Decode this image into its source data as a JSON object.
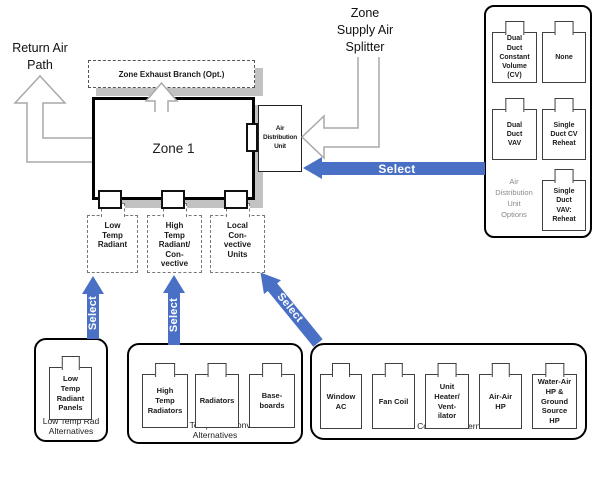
{
  "labels": {
    "return_air": "Return Air\nPath",
    "supply_splitter": "Zone\nSupply Air\nSplitter",
    "zone": "Zone 1",
    "exhaust": "Zone Exhaust Branch (Opt.)",
    "adu": "Air\nDistribution\nUnit",
    "select": "Select"
  },
  "connectors": [
    {
      "label": "Low\nTemp\nRadiant"
    },
    {
      "label": "High\nTemp\nRadiant/\nCon-\nvective"
    },
    {
      "label": "Local\nCon-\nvective\nUnits"
    }
  ],
  "adu_options": {
    "group_label": "Air\nDistribution\nUnit\nOptions",
    "items": [
      "Dual\nDuct\nConstant\nVolume\n(CV)",
      "None",
      "Dual\nDuct\nVAV",
      "Single\nDuct CV\nReheat",
      "Single\nDuct\nVAV:\nReheat"
    ]
  },
  "alt_groups": [
    {
      "caption": "Low Temp Rad\nAlternatives",
      "items": [
        "Low\nTemp\nRadiant\nPanels"
      ]
    },
    {
      "caption": "Hi Temp Rad/Conv\nAlternatives",
      "items": [
        "High\nTemp\nRadiators",
        "Radiators",
        "Base-\nboards"
      ]
    },
    {
      "caption": "Local Conv. Unit Alternatives",
      "items": [
        "Window\nAC",
        "Fan Coil",
        "Unit\nHeater/\nVent-\nilator",
        "Air-Air\nHP",
        "Water-Air\nHP &\nGround\nSource\nHP"
      ]
    }
  ],
  "colors": {
    "select_blue": "#4a70c6",
    "shadow_gray": "#c2c2c2",
    "outline_gray": "#a9a9a9"
  }
}
